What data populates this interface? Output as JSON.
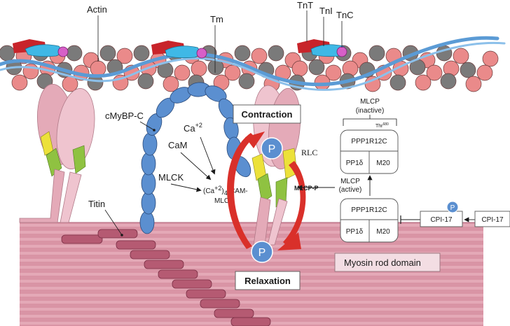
{
  "labels": {
    "actin": "Actin",
    "tm": "Tm",
    "tnt": "TnT",
    "tni": "TnI",
    "tnc": "TnC",
    "cmybpc": "cMyBP-C",
    "ca": "Ca",
    "ca_sup": "+2",
    "cam": "CaM",
    "mlck": "MLCK",
    "complex_line1_pre": "(Ca",
    "complex_line1_sup": "+2",
    "complex_line1_mid": ")",
    "complex_line1_sub": "4",
    "complex_line1_post": "-CAM-",
    "complex_line2": "MLCK",
    "titin": "Titin",
    "contraction": "Contraction",
    "relaxation": "Relaxation",
    "phosphate": "P",
    "rlc": "RLC",
    "mlcp_inactive_line1": "MLCP",
    "mlcp_inactive_line2": "(inactive)",
    "thr": "Thr",
    "thr_sup": "680",
    "mlcp_p": "MLCP-P",
    "mlcp_active_line1": "MLCP",
    "mlcp_active_line2": "(active)",
    "ppp1r12c": "PPP1R12C",
    "pp1d": "PP1δ",
    "m20": "M20",
    "cpi17": "CPI-17",
    "myosin_rod": "Myosin rod domain"
  },
  "colors": {
    "actin_pink": "#ea8a8a",
    "actin_grey": "#7a7a7a",
    "tropomyosin": "#5b9bd5",
    "troponin_red": "#c8242a",
    "troponin_cyan": "#3fb8e6",
    "troponin_magenta": "#d75fc8",
    "myosin_head": "#e8b4c0",
    "myosin_rod": "#d48a9c",
    "titin": "#b5566f",
    "mybpc_blue": "#5b8fd0",
    "cycle_arrow": "#d9302a",
    "elc_yellow": "#ece13a",
    "rlc_green": "#8fc241"
  }
}
